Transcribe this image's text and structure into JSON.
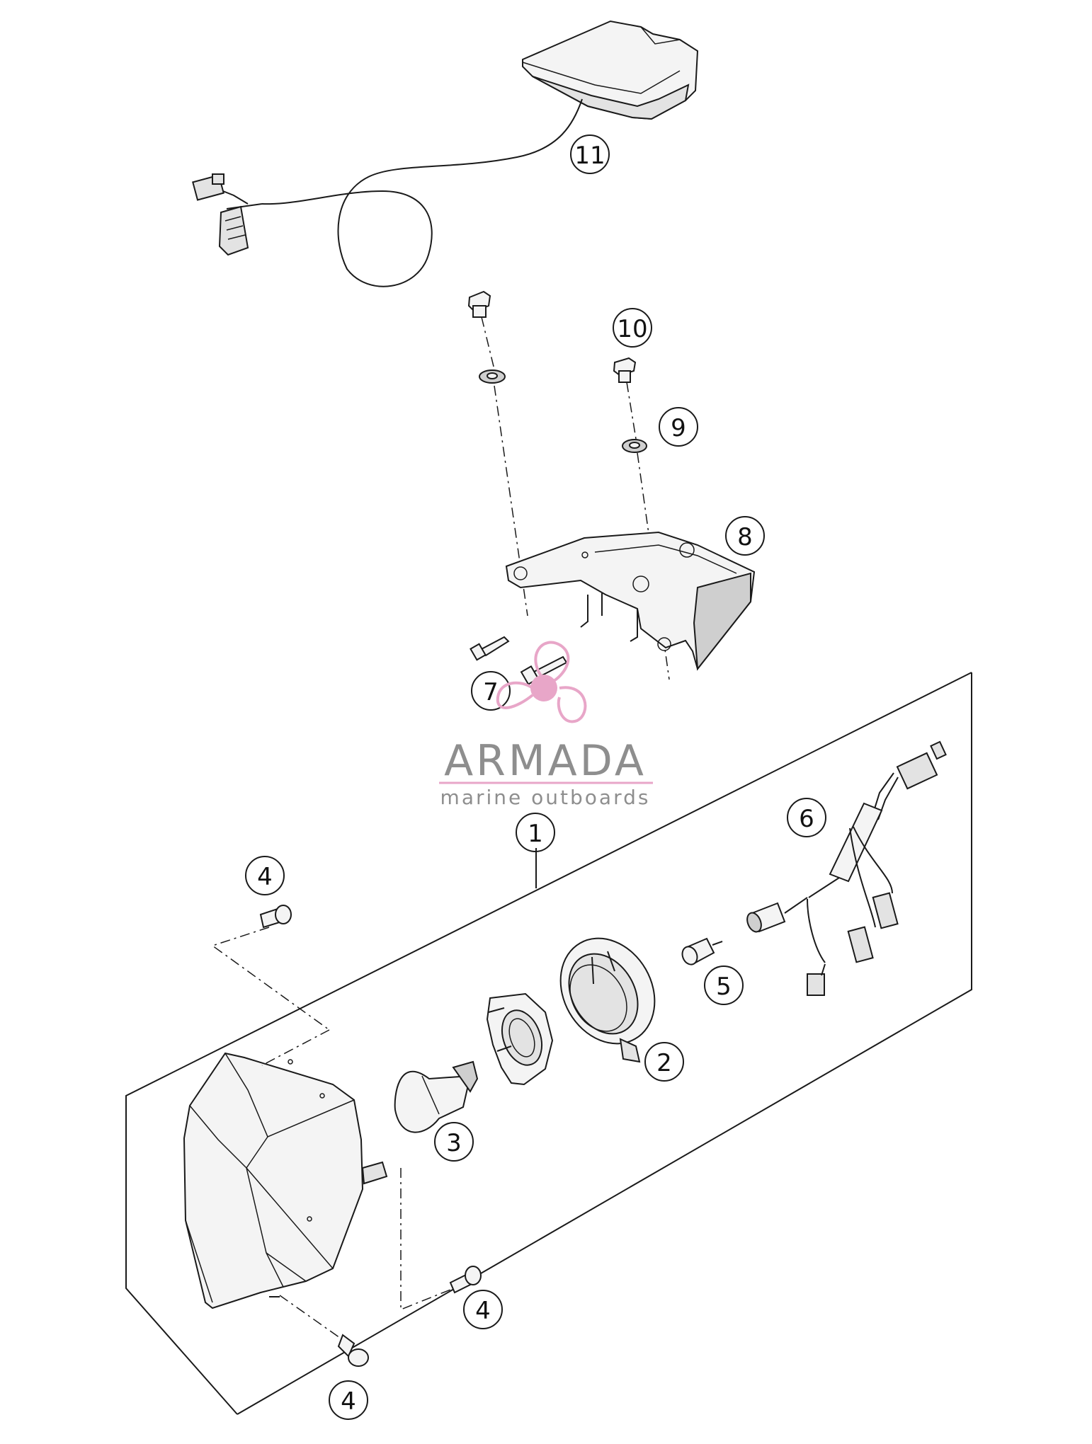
{
  "callouts": [
    {
      "id": "1",
      "label": "1"
    },
    {
      "id": "2",
      "label": "2"
    },
    {
      "id": "3",
      "label": "3"
    },
    {
      "id": "4a",
      "label": "4"
    },
    {
      "id": "4b",
      "label": "4"
    },
    {
      "id": "4c",
      "label": "4"
    },
    {
      "id": "5",
      "label": "5"
    },
    {
      "id": "6",
      "label": "6"
    },
    {
      "id": "7",
      "label": "7"
    },
    {
      "id": "8",
      "label": "8"
    },
    {
      "id": "9",
      "label": "9"
    },
    {
      "id": "10",
      "label": "10"
    },
    {
      "id": "11",
      "label": "11"
    }
  ],
  "watermark": {
    "title": "ARMADA",
    "subtitle": "marine outboards",
    "accent_color": "#e8a6c8",
    "text_color": "#8e8e8e"
  },
  "icons": [
    "propeller-logo-icon"
  ]
}
